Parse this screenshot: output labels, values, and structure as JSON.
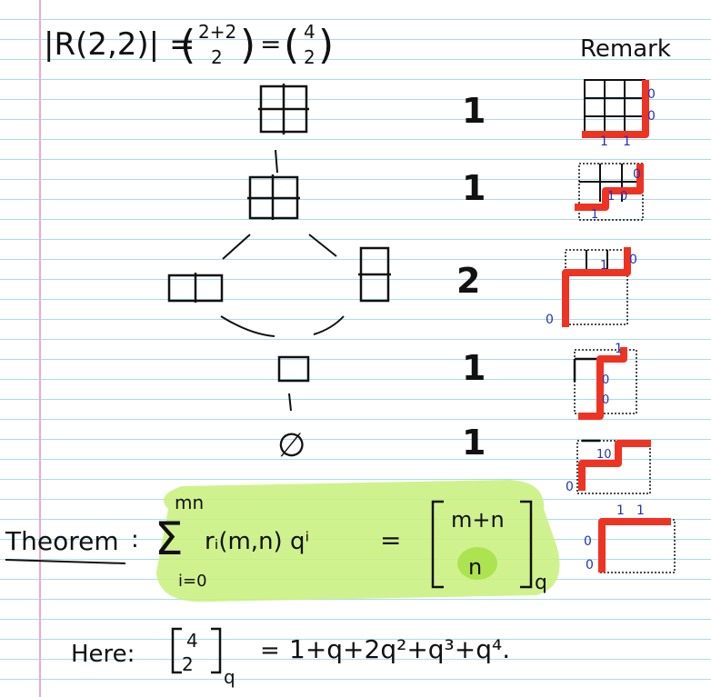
{
  "header": {
    "formula_left": "|R(2,2)| =",
    "binom_top": "2+2",
    "binom_bottom": "2",
    "equals": "=",
    "binom2_top": "4",
    "binom2_bottom": "2",
    "remark_label": "Remark"
  },
  "counts": [
    "1",
    "1",
    "2",
    "1",
    "1"
  ],
  "empty_set": "∅",
  "theorem": {
    "label": "Theorem",
    "colon": ":",
    "sum_upper": "mn",
    "sum_lower": "i=0",
    "summand": "rᵢ(m,n) qⁱ",
    "equals": "=",
    "bracket_top": "m+n",
    "bracket_bottom": "n",
    "subscript": "q"
  },
  "here": {
    "label": "Here:",
    "bracket_top": "4",
    "bracket_bottom": "2",
    "subscript": "q",
    "equals": "=",
    "expansion": "1+q+2q²+q³+q⁴."
  },
  "remark_marks": {
    "zero": "0",
    "one": "1",
    "ten": "10"
  },
  "colors": {
    "ink": "#111111",
    "highlight": "#c8f07a",
    "red_path": "#ee3322",
    "blue_marks": "#2233bb",
    "rule_lines": "#a9dcef",
    "margin": "#f2a8c8"
  }
}
